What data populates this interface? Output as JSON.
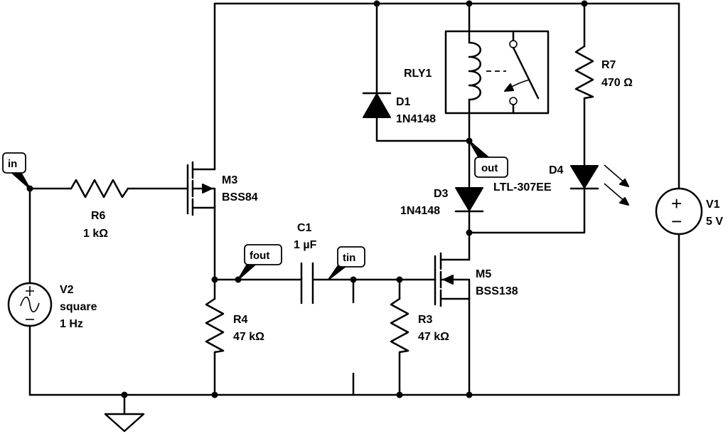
{
  "components": {
    "r6": {
      "name": "R6",
      "value": "1 kΩ"
    },
    "r4": {
      "name": "R4",
      "value": "47 kΩ"
    },
    "r3": {
      "name": "R3",
      "value": "47 kΩ"
    },
    "r7": {
      "name": "R7",
      "value": "470 Ω"
    },
    "c1": {
      "name": "C1",
      "value": "1 µF"
    },
    "m3": {
      "name": "M3",
      "part": "BSS84"
    },
    "m5": {
      "name": "M5",
      "part": "BSS138"
    },
    "d1": {
      "name": "D1",
      "part": "1N4148"
    },
    "d3": {
      "name": "D3",
      "part": "1N4148"
    },
    "d4": {
      "name": "D4",
      "part": "LTL-307EE"
    },
    "rly1": {
      "name": "RLY1"
    },
    "v1": {
      "name": "V1",
      "value": "5 V"
    },
    "v2": {
      "name": "V2",
      "type": "square",
      "freq": "1 Hz"
    }
  },
  "net_labels": {
    "in": "in",
    "out": "out",
    "fout": "fout",
    "tin": "tin"
  },
  "symbols": {
    "plus": "+",
    "minus": "−"
  }
}
